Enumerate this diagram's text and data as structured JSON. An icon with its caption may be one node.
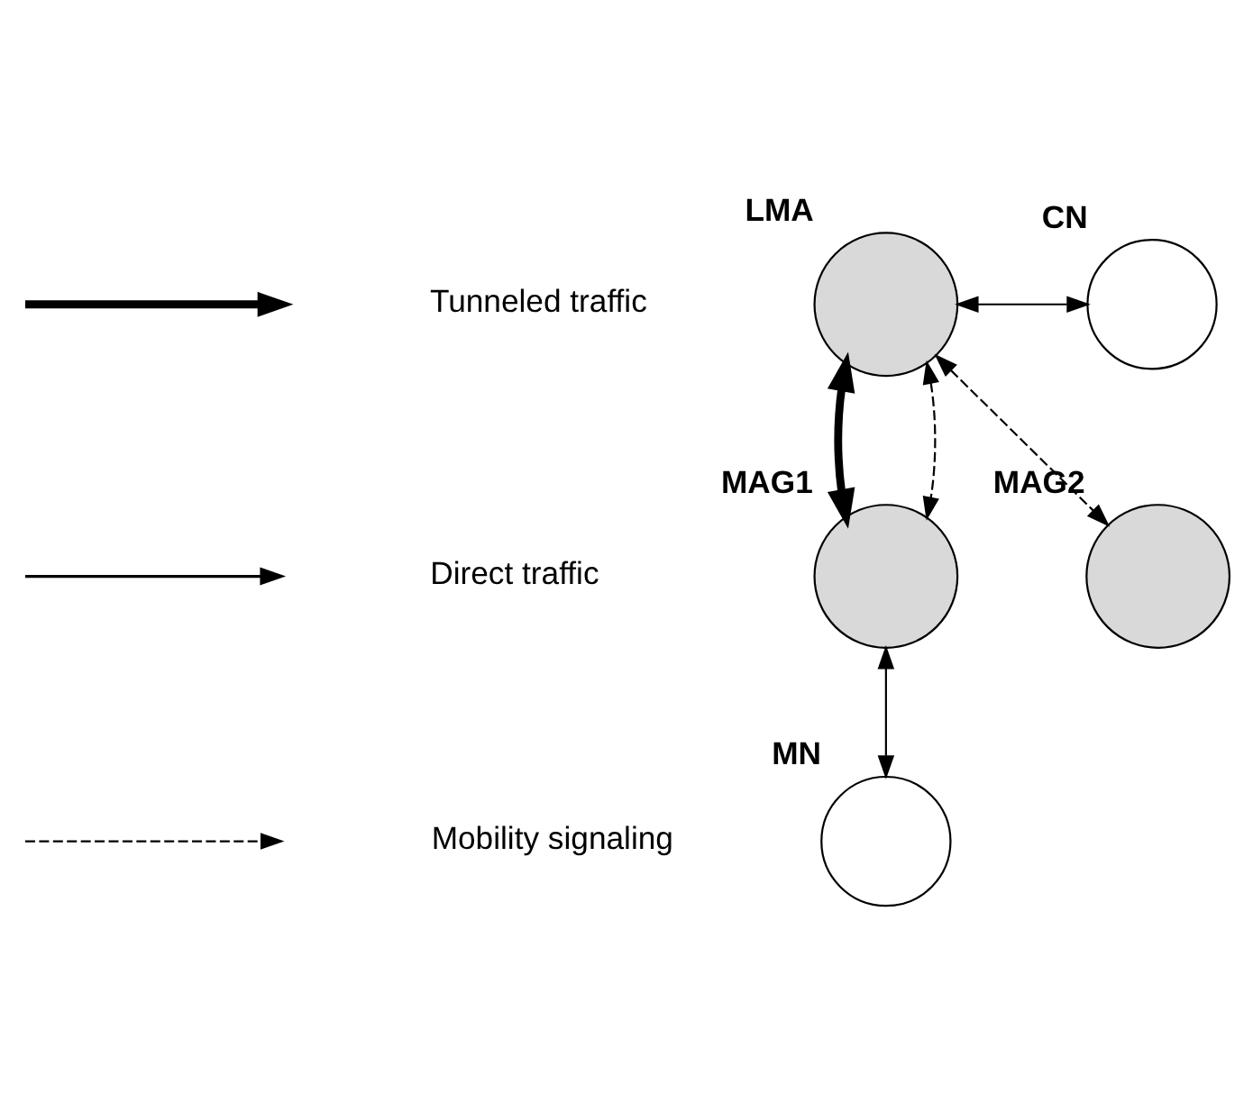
{
  "diagram": {
    "nodes": [
      {
        "text": [
          "LMA"
        ]
      },
      {
        "text": [
          "CN"
        ]
      },
      {
        "text": [
          "MAG1"
        ]
      },
      {
        "text": [
          "MAG2"
        ]
      },
      {
        "text": [
          "MN"
        ]
      }
    ],
    "edges": [
      {
        "from": 0,
        "to": 1,
        "arrow": "both"
      },
      {
        "from": 0,
        "to": 2,
        "arrow": "both",
        "style": "thick"
      },
      {
        "from": 0,
        "to": 2,
        "arrow": "both",
        "style": "dashed"
      },
      {
        "from": 0,
        "to": 3,
        "arrow": "both",
        "style": "dashed"
      },
      {
        "from": 2,
        "to": 4,
        "arrow": "both"
      }
    ],
    "legend": [
      {
        "text": "Tunneled traffic"
      },
      {
        "text": "Direct traffic"
      },
      {
        "text": "Mobility signaling"
      }
    ]
  }
}
